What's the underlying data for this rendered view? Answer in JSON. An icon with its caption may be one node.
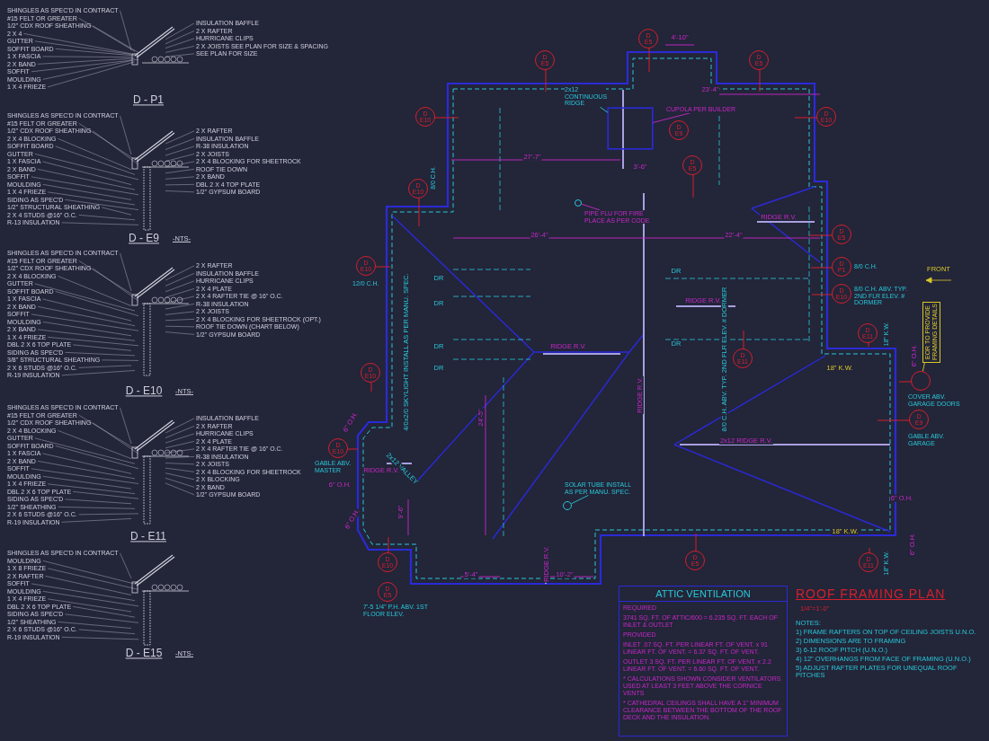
{
  "diagram": {
    "title": "ROOF FRAMING PLAN",
    "caption": "1/4\"=1'-0\"",
    "nodes": [
      {
        "text": [
          "D",
          "E5"
        ]
      },
      {
        "text": [
          "D",
          "E5"
        ]
      },
      {
        "text": [
          "D",
          "E5"
        ]
      },
      {
        "text": [
          "D",
          "E10"
        ]
      },
      {
        "text": [
          "D",
          "E10"
        ]
      },
      {
        "text": [
          "D",
          "E9"
        ]
      },
      {
        "text": [
          "D",
          "E5"
        ]
      },
      {
        "text": [
          "D",
          "E10"
        ],
        "beside": [
          "8/0 C.H."
        ]
      },
      {
        "text": [
          "D",
          "E5"
        ]
      },
      {
        "text": [
          "D",
          "E10"
        ],
        "beside": [
          "12/0 C.H."
        ]
      },
      {
        "text": [
          "D",
          "P1"
        ],
        "beside": [
          "8/0 C.H."
        ]
      },
      {
        "text": [
          "D",
          "E10"
        ],
        "beside": [
          "8/0 C.H. ABV. TYP. 2ND FLR ELEV. # DORMER"
        ]
      },
      {
        "text": [
          "D",
          "E11"
        ]
      },
      {
        "text": [
          "D",
          "E11"
        ],
        "beside": [
          "18\" K.W."
        ]
      },
      {
        "text": [],
        "shape": "circle",
        "beside": [
          "COVER ABV. GARAGE DOORS"
        ]
      },
      {
        "text": [
          "D",
          "E9"
        ],
        "beside": [
          "GABLE ABV. GARAGE"
        ]
      },
      {
        "text": [
          "D",
          "E10"
        ]
      },
      {
        "text": [
          "D",
          "E10"
        ],
        "beside": [
          "GABLE ABV. MASTER"
        ]
      },
      {
        "text": [
          "D",
          "E10"
        ]
      },
      {
        "text": [
          "D",
          "E5"
        ],
        "beside": [
          "7'-5 1/4\" P.H. ABV. 1ST FLOOR ELEV."
        ]
      },
      {
        "text": [
          "D",
          "E5"
        ]
      },
      {
        "text": [
          "D",
          "E11"
        ],
        "beside": [
          "18\" K.W."
        ]
      },
      {
        "text": [
          "EOR TO PROVIDE FRAMING DETAILS"
        ]
      },
      {
        "text": [
          "PIPE FLU FOR FIRE PLACE AS PER CODE"
        ]
      },
      {
        "text": [],
        "shape": "circle"
      },
      {
        "text": [
          "CUPOLA PER BUILDER"
        ]
      },
      {
        "text": [],
        "shape": "box"
      },
      {
        "text": [
          "2x12 CONTINUOUS RIDGE"
        ]
      },
      {
        "text": [
          "SOLAR TUBE INSTALL AS PER MANU. SPEC."
        ]
      },
      {
        "text": [],
        "shape": "circle"
      },
      {
        "text": [
          "ATTIC VENTILATION",
          "REQUIRED",
          "3741 SQ. FT. OF ATTIC/600 = 6.235 SQ. FT. EACH OF INLET & OUTLET",
          "PROVIDED",
          "INLET .07 SQ. FT. PER LINEAR FT. OF VENT. x 91 LINEAR FT. OF VENT. = 6.37 SQ. FT. OF VENT.",
          "OUTLET 3 SQ. FT. PER LINEAR FT. OF VENT. x 2.2 LINEAR FT. OF VENT. = 6.60 SQ. FT. OF VENT.",
          "* CALCULATIONS SHOWN CONSIDER VENTILATORS USED AT LEAST 3 FEET ABOVE THE CORNICE VENTS",
          "* CATHEDRAL CEILINGS SHALL HAVE A 1\" MINIMUM CLEARANCE BETWEEN THE BOTTOM OF THE ROOF DECK AND THE INSULATION."
        ]
      }
    ],
    "edges": [
      {
        "from": 22,
        "to": 14,
        "arrow": "none",
        "color": "#d8c828"
      },
      {
        "from": 23,
        "to": 24,
        "arrow": "none",
        "color": "#c828c8"
      },
      {
        "from": 25,
        "to": 26,
        "arrow": "none",
        "color": "#c828c8"
      },
      {
        "from": 27,
        "to": 26,
        "arrow": "none",
        "color": "#28c8d8"
      },
      {
        "from": 28,
        "to": 29,
        "arrow": "none",
        "color": "#28c8d8"
      }
    ],
    "labels": [
      "SHINGLES AS SPEC'D IN CONTRACT",
      "#15 FELT OR GREATER",
      "1/2\" CDX ROOF SHEATHING",
      "2 X 4",
      "GUTTER",
      "SOFFIT BOARD",
      "1 X FASCIA",
      "2 X BAND",
      "SOFFIT",
      "MOULDING",
      "1 X 4 FRIEZE",
      "INSULATION BAFFLE",
      "2 X RAFTER",
      "HURRICANE CLIPS",
      "2 X JOISTS SEE PLAN FOR SIZE & SPACING",
      "SEE PLAN FOR SIZE",
      "D - P1",
      "SHINGLES AS SPEC'D IN CONTRACT",
      "#15 FELT OR GREATER",
      "1/2\" CDX ROOF SHEATHING",
      "2 X 4 BLOCKING",
      "SOFFIT BOARD",
      "GUTTER",
      "1 X FASCIA",
      "2 X BAND",
      "SOFFIT",
      "MOULDING",
      "1 X 4 FRIEZE",
      "SIDING AS SPEC'D",
      "1/2\" STRUCTURAL SHEATHING",
      "2 X 4 STUDS @16\" O.C.",
      "R-13 INSULATION",
      "2 X RAFTER",
      "INSULATION BAFFLE",
      "R-38 INSULATION",
      "2 X JOISTS",
      "2 X 4 BLOCKING FOR SHEETROCK",
      "ROOF TIE DOWN",
      "2 X BAND",
      "DBL 2 X 4 TOP PLATE",
      "1/2\" GYPSUM BOARD",
      "D - E9",
      "-NTS-",
      "SHINGLES AS SPEC'D IN CONTRACT",
      "#15 FELT OR GREATER",
      "1/2\" CDX ROOF SHEATHING",
      "2 X 4 BLOCKING",
      "GUTTER",
      "SOFFIT BOARD",
      "1 X FASCIA",
      "2 X BAND",
      "SOFFIT",
      "MOULDING",
      "2 X BAND",
      "1 X 4 FRIEZE",
      "DBL 2 X 6 TOP PLATE",
      "SIDING AS SPEC'D",
      "3/8\" STRUCTURAL SHEATHING",
      "2 X 6 STUDS @16\" O.C.",
      "R-19 INSULATION",
      "2 X RAFTER",
      "INSULATION BAFFLE",
      "HURRICANE CLIPS",
      "2 X 4 PLATE",
      "2 X 4 RAFTER TIE @ 16\" O.C.",
      "R-38 INSULATION",
      "2 X JOISTS",
      "2 X 4 BLOCKING FOR SHEETROCK (OPT.)",
      "ROOF TIE DOWN (CHART BELOW)",
      "1/2\" GYPSUM BOARD",
      "D - E10",
      "-NTS-",
      "SHINGLES AS SPEC'D IN CONTRACT",
      "#15 FELT OR GREATER",
      "1/2\" CDX ROOF SHEATHING",
      "2 X 4 BLOCKING",
      "GUTTER",
      "SOFFIT BOARD",
      "1 X FASCIA",
      "2 X BAND",
      "SOFFIT",
      "MOULDING",
      "1 X 4 FRIEZE",
      "DBL 2 X 6 TOP PLATE",
      "SIDING AS SPEC'D",
      "1/2\" SHEATHING",
      "2 X 6 STUDS @16\" O.C.",
      "R-19 INSULATION",
      "INSULATION BAFFLE",
      "2 X RAFTER",
      "HURRICANE CLIPS",
      "2 X 4 PLATE",
      "2 X 4 RAFTER TIE @ 16\" O.C.",
      "R-38 INSULATION",
      "2 X JOISTS",
      "2 X 4 BLOCKING FOR SHEETROCK",
      "2 X BLOCKING",
      "2 X BAND",
      "1/2\" GYPSUM BOARD",
      "D - E11",
      "SHINGLES AS SPEC'D IN CONTRACT",
      "MOULDING",
      "1 X 8 FRIEZE",
      "2 X RAFTER",
      "SOFFIT",
      "MOULDING",
      "1 X 4 FRIEZE",
      "DBL 2 X 6 TOP PLATE",
      "SIDING AS SPEC'D",
      "1/2\" SHEATHING",
      "2 X 6 STUDS @16\" O.C.",
      "R-19 INSULATION",
      "D - E15",
      "-NTS-",
      "4'-10\"",
      "23'-4\"",
      "27'-7\"",
      "3'-6\"",
      "26'-4\"",
      "22'-4\"",
      "RIDGE R.V.",
      "DR",
      "RIDGE R.V.",
      "DR",
      "DR",
      "DR",
      "DR",
      "DR",
      "RIDGE R.V.",
      "RIDGE R.V.",
      "4/0x2/0 SKYLIGHT INSTALL AS PER MANU. SPEC.",
      "24'-5\"",
      "2x12 VALLEY",
      "RIDGE R.V.",
      "9'-6\"",
      "2x12 RIDGE R.V.",
      "8/0 C.H. ABV. TYP. 2ND FLR ELEV. # DORMER",
      "18\" K.W.",
      "18\" K.W.",
      "FRONT",
      "6\" O.H.",
      "6\" O.H.",
      "6\" O.H.",
      "6\" O.H.",
      "6\" O.H.",
      "6\" O.H.",
      "RIDGE R.V.",
      "5'-4\"",
      "10'-2\"",
      "NOTES:",
      "1) FRAME RAFTERS ON TOP OF CEILING JOISTS U.N.O.",
      "2) DIMENSIONS ARE TO FRAMING",
      "3) 6-12 ROOF PITCH (U.N.O.)",
      "4) 12\" OVERHANGS FROM FACE OF FRAMING (U.N.O.)",
      "5) ADJUST RAFTER PLATES FOR UNEQUAL ROOF PITCHES"
    ]
  }
}
